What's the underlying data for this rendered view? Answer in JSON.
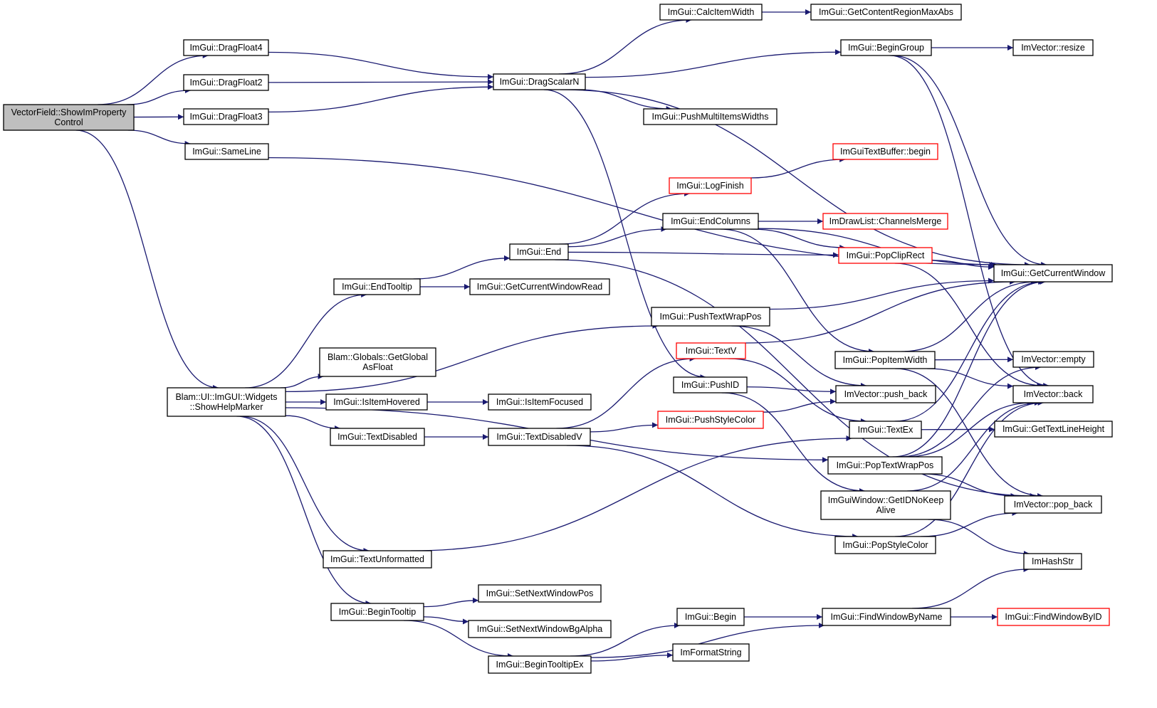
{
  "graph": {
    "background": "#ffffff",
    "edge_color": "#191970",
    "node_border_color": "#000000",
    "truncated_border_color": "#ff0000",
    "root_fill": "#bfbfbf",
    "nodes": [
      {
        "id": "root",
        "lines": [
          "VectorField::ShowImProperty",
          "Control"
        ],
        "style": "root"
      },
      {
        "id": "df4",
        "lines": [
          "ImGui::DragFloat4"
        ],
        "style": "normal"
      },
      {
        "id": "df2",
        "lines": [
          "ImGui::DragFloat2"
        ],
        "style": "normal"
      },
      {
        "id": "df3",
        "lines": [
          "ImGui::DragFloat3"
        ],
        "style": "normal"
      },
      {
        "id": "sameline",
        "lines": [
          "ImGui::SameLine"
        ],
        "style": "normal"
      },
      {
        "id": "dragscalarn",
        "lines": [
          "ImGui::DragScalarN"
        ],
        "style": "normal"
      },
      {
        "id": "calcitemwidth",
        "lines": [
          "ImGui::CalcItemWidth"
        ],
        "style": "normal"
      },
      {
        "id": "getcontentregionmaxabs",
        "lines": [
          "ImGui::GetContentRegionMaxAbs"
        ],
        "style": "normal"
      },
      {
        "id": "begingroup",
        "lines": [
          "ImGui::BeginGroup"
        ],
        "style": "normal"
      },
      {
        "id": "resize",
        "lines": [
          "ImVector::resize"
        ],
        "style": "normal"
      },
      {
        "id": "pushmultiitemswidths",
        "lines": [
          "ImGui::PushMultiItemsWidths"
        ],
        "style": "normal"
      },
      {
        "id": "textbufferbegin",
        "lines": [
          "ImGuiTextBuffer::begin"
        ],
        "style": "truncated"
      },
      {
        "id": "logfinish",
        "lines": [
          "ImGui::LogFinish"
        ],
        "style": "truncated"
      },
      {
        "id": "endcolumns",
        "lines": [
          "ImGui::EndColumns"
        ],
        "style": "normal"
      },
      {
        "id": "channelsmerge",
        "lines": [
          "ImDrawList::ChannelsMerge"
        ],
        "style": "truncated"
      },
      {
        "id": "end",
        "lines": [
          "ImGui::End"
        ],
        "style": "normal"
      },
      {
        "id": "popcliprect",
        "lines": [
          "ImGui::PopClipRect"
        ],
        "style": "truncated"
      },
      {
        "id": "getcurrentwindow",
        "lines": [
          "ImGui::GetCurrentWindow"
        ],
        "style": "normal"
      },
      {
        "id": "endtooltip",
        "lines": [
          "ImGui::EndTooltip"
        ],
        "style": "normal"
      },
      {
        "id": "getcurrentwindowread",
        "lines": [
          "ImGui::GetCurrentWindowRead"
        ],
        "style": "normal"
      },
      {
        "id": "pushtextwrappos",
        "lines": [
          "ImGui::PushTextWrapPos"
        ],
        "style": "normal"
      },
      {
        "id": "getglobalasfloat",
        "lines": [
          "Blam::Globals::GetGlobal",
          "AsFloat"
        ],
        "style": "normal"
      },
      {
        "id": "textv",
        "lines": [
          "ImGui::TextV"
        ],
        "style": "truncated"
      },
      {
        "id": "popitemwidth",
        "lines": [
          "ImGui::PopItemWidth"
        ],
        "style": "normal"
      },
      {
        "id": "empty",
        "lines": [
          "ImVector::empty"
        ],
        "style": "normal"
      },
      {
        "id": "showhelpmarker",
        "lines": [
          "Blam::UI::ImGUI::Widgets",
          "::ShowHelpMarker"
        ],
        "style": "normal"
      },
      {
        "id": "isitemhovered",
        "lines": [
          "ImGui::IsItemHovered"
        ],
        "style": "normal"
      },
      {
        "id": "isitemfocused",
        "lines": [
          "ImGui::IsItemFocused"
        ],
        "style": "normal"
      },
      {
        "id": "pushid",
        "lines": [
          "ImGui::PushID"
        ],
        "style": "normal"
      },
      {
        "id": "pushback",
        "lines": [
          "ImVector::push_back"
        ],
        "style": "normal"
      },
      {
        "id": "back",
        "lines": [
          "ImVector::back"
        ],
        "style": "normal"
      },
      {
        "id": "textdisabled",
        "lines": [
          "ImGui::TextDisabled"
        ],
        "style": "normal"
      },
      {
        "id": "textdisabledv",
        "lines": [
          "ImGui::TextDisabledV"
        ],
        "style": "normal"
      },
      {
        "id": "pushstylecolor",
        "lines": [
          "ImGui::PushStyleColor"
        ],
        "style": "truncated"
      },
      {
        "id": "textex",
        "lines": [
          "ImGui::TextEx"
        ],
        "style": "normal"
      },
      {
        "id": "gettextlineheight",
        "lines": [
          "ImGui::GetTextLineHeight"
        ],
        "style": "normal"
      },
      {
        "id": "poptextwrappos",
        "lines": [
          "ImGui::PopTextWrapPos"
        ],
        "style": "normal"
      },
      {
        "id": "getidnokeepalive",
        "lines": [
          "ImGuiWindow::GetIDNoKeep",
          "Alive"
        ],
        "style": "normal"
      },
      {
        "id": "popback",
        "lines": [
          "ImVector::pop_back"
        ],
        "style": "normal"
      },
      {
        "id": "popstylecolor",
        "lines": [
          "ImGui::PopStyleColor"
        ],
        "style": "normal"
      },
      {
        "id": "textunformatted",
        "lines": [
          "ImGui::TextUnformatted"
        ],
        "style": "normal"
      },
      {
        "id": "imhashstr",
        "lines": [
          "ImHashStr"
        ],
        "style": "normal"
      },
      {
        "id": "setnextwindowpos",
        "lines": [
          "ImGui::SetNextWindowPos"
        ],
        "style": "normal"
      },
      {
        "id": "begintooltip",
        "lines": [
          "ImGui::BeginTooltip"
        ],
        "style": "normal"
      },
      {
        "id": "setnextwindowbgalpha",
        "lines": [
          "ImGui::SetNextWindowBgAlpha"
        ],
        "style": "normal"
      },
      {
        "id": "begin",
        "lines": [
          "ImGui::Begin"
        ],
        "style": "normal"
      },
      {
        "id": "findwindowbyname",
        "lines": [
          "ImGui::FindWindowByName"
        ],
        "style": "normal"
      },
      {
        "id": "findwindowbyid",
        "lines": [
          "ImGui::FindWindowByID"
        ],
        "style": "truncated"
      },
      {
        "id": "imformatstring",
        "lines": [
          "ImFormatString"
        ],
        "style": "normal"
      },
      {
        "id": "begintooltipex",
        "lines": [
          "ImGui::BeginTooltipEx"
        ],
        "style": "normal"
      }
    ],
    "edges": [
      [
        "root",
        "df4"
      ],
      [
        "root",
        "df2"
      ],
      [
        "root",
        "df3"
      ],
      [
        "root",
        "sameline"
      ],
      [
        "root",
        "showhelpmarker"
      ],
      [
        "df4",
        "dragscalarn"
      ],
      [
        "df2",
        "dragscalarn"
      ],
      [
        "df3",
        "dragscalarn"
      ],
      [
        "sameline",
        "getcurrentwindow"
      ],
      [
        "dragscalarn",
        "calcitemwidth"
      ],
      [
        "dragscalarn",
        "begingroup"
      ],
      [
        "dragscalarn",
        "pushmultiitemswidths"
      ],
      [
        "dragscalarn",
        "getcurrentwindow"
      ],
      [
        "dragscalarn",
        "pushid"
      ],
      [
        "calcitemwidth",
        "getcontentregionmaxabs"
      ],
      [
        "begingroup",
        "resize"
      ],
      [
        "begingroup",
        "getcurrentwindow"
      ],
      [
        "begingroup",
        "back"
      ],
      [
        "logfinish",
        "textbufferbegin"
      ],
      [
        "endcolumns",
        "channelsmerge"
      ],
      [
        "endcolumns",
        "popcliprect"
      ],
      [
        "endcolumns",
        "getcurrentwindow"
      ],
      [
        "endcolumns",
        "popitemwidth"
      ],
      [
        "end",
        "logfinish"
      ],
      [
        "end",
        "endcolumns"
      ],
      [
        "end",
        "popcliprect"
      ],
      [
        "end",
        "popback"
      ],
      [
        "popcliprect",
        "getcurrentwindow"
      ],
      [
        "popcliprect",
        "back"
      ],
      [
        "endtooltip",
        "end"
      ],
      [
        "endtooltip",
        "getcurrentwindowread"
      ],
      [
        "pushtextwrappos",
        "getcurrentwindow"
      ],
      [
        "pushtextwrappos",
        "pushback"
      ],
      [
        "textv",
        "getcurrentwindow"
      ],
      [
        "textv",
        "textex"
      ],
      [
        "popitemwidth",
        "getcurrentwindow"
      ],
      [
        "popitemwidth",
        "empty"
      ],
      [
        "popitemwidth",
        "back"
      ],
      [
        "popitemwidth",
        "popback"
      ],
      [
        "showhelpmarker",
        "endtooltip"
      ],
      [
        "showhelpmarker",
        "pushtextwrappos"
      ],
      [
        "showhelpmarker",
        "getglobalasfloat"
      ],
      [
        "showhelpmarker",
        "isitemhovered"
      ],
      [
        "showhelpmarker",
        "textdisabled"
      ],
      [
        "showhelpmarker",
        "poptextwrappos"
      ],
      [
        "showhelpmarker",
        "textunformatted"
      ],
      [
        "showhelpmarker",
        "begintooltip"
      ],
      [
        "isitemhovered",
        "isitemfocused"
      ],
      [
        "pushid",
        "pushback"
      ],
      [
        "pushid",
        "getidnokeepalive"
      ],
      [
        "textdisabled",
        "textdisabledv"
      ],
      [
        "textdisabledv",
        "textv"
      ],
      [
        "textdisabledv",
        "pushstylecolor"
      ],
      [
        "textdisabledv",
        "popstylecolor"
      ],
      [
        "pushstylecolor",
        "pushback"
      ],
      [
        "textex",
        "getcurrentwindow"
      ],
      [
        "textex",
        "gettextlineheight"
      ],
      [
        "poptextwrappos",
        "getcurrentwindow"
      ],
      [
        "poptextwrappos",
        "empty"
      ],
      [
        "poptextwrappos",
        "back"
      ],
      [
        "poptextwrappos",
        "popback"
      ],
      [
        "getidnokeepalive",
        "back"
      ],
      [
        "getidnokeepalive",
        "imhashstr"
      ],
      [
        "popstylecolor",
        "back"
      ],
      [
        "popstylecolor",
        "popback"
      ],
      [
        "textunformatted",
        "textex"
      ],
      [
        "begintooltip",
        "setnextwindowpos"
      ],
      [
        "begintooltip",
        "setnextwindowbgalpha"
      ],
      [
        "begintooltip",
        "begintooltipex"
      ],
      [
        "begin",
        "findwindowbyname"
      ],
      [
        "findwindowbyname",
        "findwindowbyid"
      ],
      [
        "findwindowbyname",
        "imhashstr"
      ],
      [
        "begintooltipex",
        "begin"
      ],
      [
        "begintooltipex",
        "imformatstring"
      ],
      [
        "begintooltipex",
        "findwindowbyname"
      ]
    ]
  }
}
